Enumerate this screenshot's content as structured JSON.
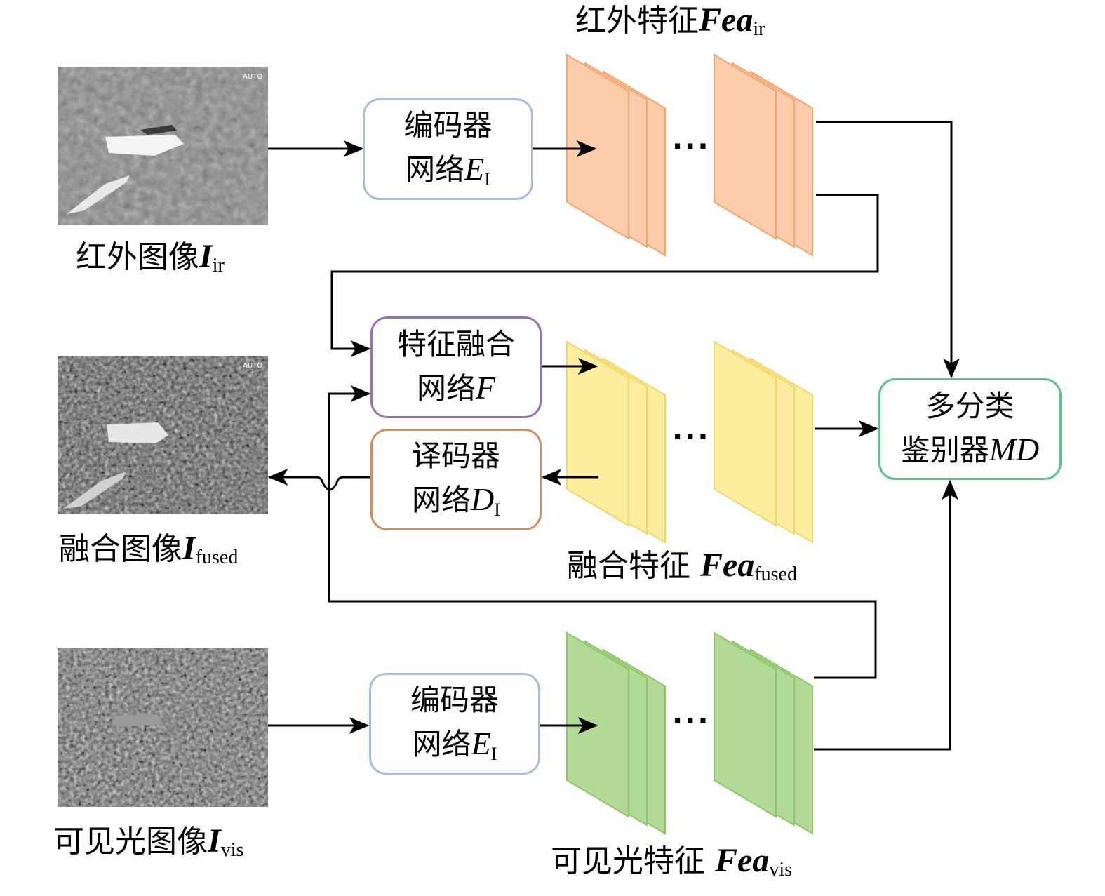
{
  "images": {
    "ir": {
      "label": "红外图像",
      "symbol": "I",
      "sub": "ir",
      "badge": "AUTO"
    },
    "fused": {
      "label": "融合图像",
      "symbol": "I",
      "sub": "fused",
      "badge": "AUTO"
    },
    "vis": {
      "label": "可见光图像",
      "symbol": "I",
      "sub": "vis"
    }
  },
  "features": {
    "ir": {
      "label": "红外特征",
      "symbol": "Fea",
      "sub": "ir",
      "color": "#FDCCAA",
      "stroke": "#F2A671"
    },
    "fused": {
      "label": "融合特征",
      "symbol": "Fea",
      "sub": "fused",
      "color": "#FDED9E",
      "stroke": "#F3D66A"
    },
    "vis": {
      "label": "可见光特征",
      "symbol": "Fea",
      "sub": "vis",
      "color": "#B2D995",
      "stroke": "#8EC46B"
    }
  },
  "ellipsis": "···",
  "boxes": {
    "encoder_ir": {
      "line1": "编码器",
      "line2": "网络",
      "symbol": "E",
      "sub": "I",
      "border": "#A9BEDD"
    },
    "fusion": {
      "line1": "特征融合",
      "line2": "网络",
      "symbol": "F",
      "sub": "",
      "border": "#9B6FB8"
    },
    "decoder": {
      "line1": "译码器",
      "line2": "网络",
      "symbol": "D",
      "sub": "I",
      "border": "#D08E5E"
    },
    "encoder_vis": {
      "line1": "编码器",
      "line2": "网络",
      "symbol": "E",
      "sub": "I",
      "border": "#A9BEDD"
    },
    "discriminator": {
      "line1": "多分类",
      "line2": "鉴别器",
      "symbol": "MD",
      "sub": "",
      "border": "#5EC08B"
    }
  }
}
